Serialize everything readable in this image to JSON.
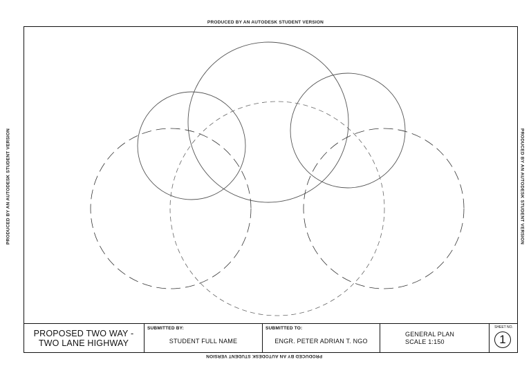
{
  "watermark": {
    "text": "PRODUCED BY AN AUTODESK STUDENT VERSION"
  },
  "title_block": {
    "project_line1": "PROPOSED TWO WAY -",
    "project_line2": "TWO LANE HIGHWAY",
    "submitted_by_label": "SUBMITTED BY:",
    "submitted_by_value": "STUDENT FULL NAME",
    "submitted_to_label": "SUBMITTED TO:",
    "submitted_to_value": "ENGR. PETER ADRIAN T. NGO",
    "plan_title": "GENERAL PLAN",
    "plan_scale": "SCALE 1:150",
    "sheet_label": "SHEET NO.",
    "sheet_number": "1"
  },
  "colors": {
    "line": "#111111",
    "circle_solid": "#555555",
    "circle_dashed": "#333333"
  }
}
